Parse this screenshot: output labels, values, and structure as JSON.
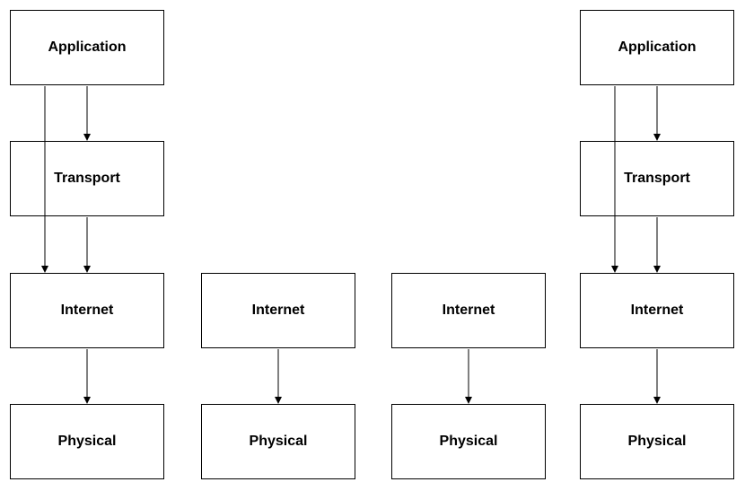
{
  "stack_a": {
    "application": "Application",
    "transport": "Transport",
    "internet": "Internet",
    "physical": "Physical"
  },
  "router_1": {
    "internet": "Internet",
    "physical": "Physical"
  },
  "router_2": {
    "internet": "Internet",
    "physical": "Physical"
  },
  "stack_b": {
    "application": "Application",
    "transport": "Transport",
    "internet": "Internet",
    "physical": "Physical"
  },
  "colors": {
    "stroke": "#000000",
    "background": "#ffffff"
  }
}
